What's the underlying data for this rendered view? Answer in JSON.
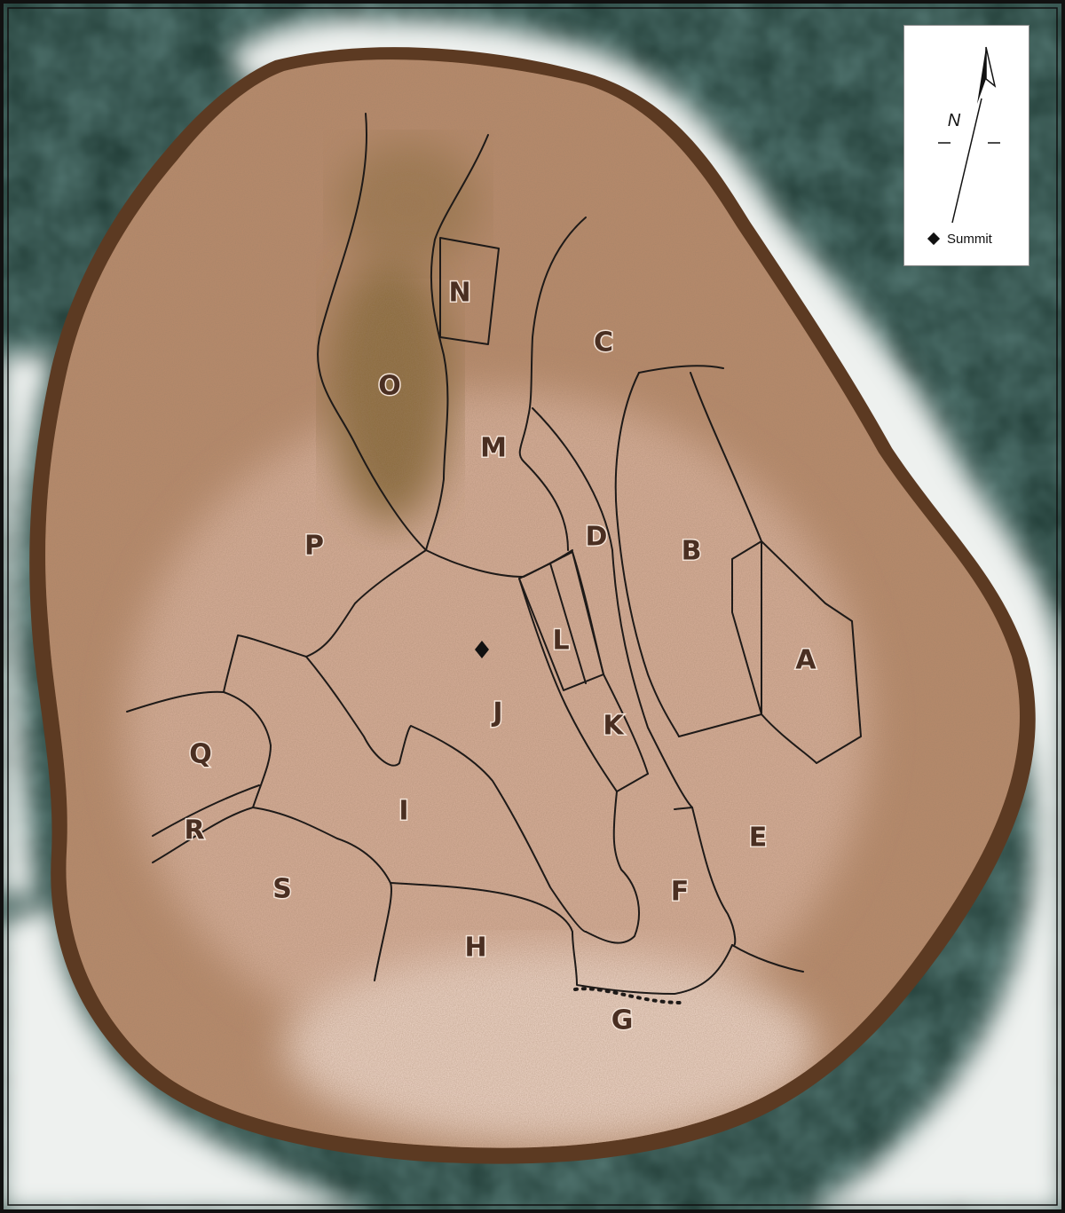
{
  "map": {
    "zones": [
      {
        "id": "A",
        "label": "A"
      },
      {
        "id": "B",
        "label": "B"
      },
      {
        "id": "C",
        "label": "C"
      },
      {
        "id": "D",
        "label": "D"
      },
      {
        "id": "E",
        "label": "E"
      },
      {
        "id": "F",
        "label": "F"
      },
      {
        "id": "G",
        "label": "G"
      },
      {
        "id": "H",
        "label": "H"
      },
      {
        "id": "I",
        "label": "I"
      },
      {
        "id": "J",
        "label": "J"
      },
      {
        "id": "K",
        "label": "K"
      },
      {
        "id": "L",
        "label": "L"
      },
      {
        "id": "M",
        "label": "M"
      },
      {
        "id": "N",
        "label": "N"
      },
      {
        "id": "O",
        "label": "O"
      },
      {
        "id": "P",
        "label": "P"
      },
      {
        "id": "Q",
        "label": "Q"
      },
      {
        "id": "R",
        "label": "R"
      },
      {
        "id": "S",
        "label": "S"
      }
    ],
    "colors": {
      "sea": "#1f3a34",
      "surf": "#f2f4f2",
      "island_edge": "#5c3a22",
      "island_land": "#b88a6a",
      "island_light": "#e7c6b4",
      "vegetation": "#8a6a3a"
    }
  },
  "legend": {
    "north_label": "N",
    "summit_label": "Summit",
    "north_icon": "north-arrow-icon",
    "summit_icon": "diamond-icon"
  }
}
